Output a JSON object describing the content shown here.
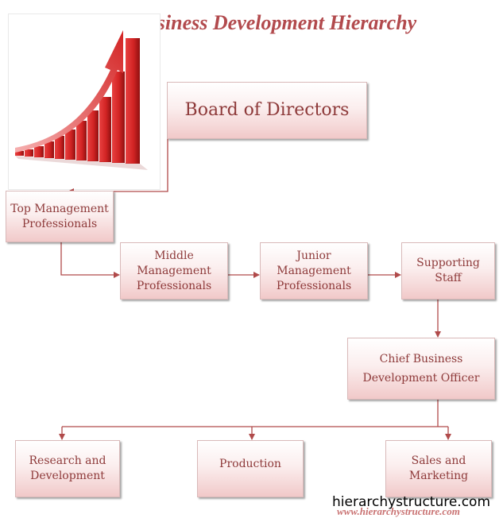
{
  "diagram": {
    "title": "Business Development Hierarchy",
    "nodes": {
      "board": "Board of Directors",
      "top_management": "Top Management\nProfessionals",
      "middle_management": "Middle\nManagement\nProfessionals",
      "junior_management": "Junior\nManagement\nProfessionals",
      "supporting_staff": "Supporting\nStaff",
      "chief_bdo": "Chief Business\nDevelopment Officer",
      "research": "Research and\nDevelopment",
      "production": "Production",
      "sales": "Sales and\nMarketing"
    },
    "edges": [
      [
        "board",
        "top_management"
      ],
      [
        "top_management",
        "middle_management"
      ],
      [
        "middle_management",
        "junior_management"
      ],
      [
        "junior_management",
        "supporting_staff"
      ],
      [
        "supporting_staff",
        "chief_bdo"
      ],
      [
        "chief_bdo",
        "research"
      ],
      [
        "chief_bdo",
        "production"
      ],
      [
        "chief_bdo",
        "sales"
      ]
    ]
  },
  "footer": {
    "site_url": "hierarchystructure.com",
    "watermark": "www.hierarchystructure.com"
  },
  "colors": {
    "accent": "#b24a4d",
    "box_text": "#8e3a3a",
    "connector": "#b04a4a",
    "bar": "#d42a2a"
  },
  "icons": [
    "growth-bar-chart-image"
  ]
}
